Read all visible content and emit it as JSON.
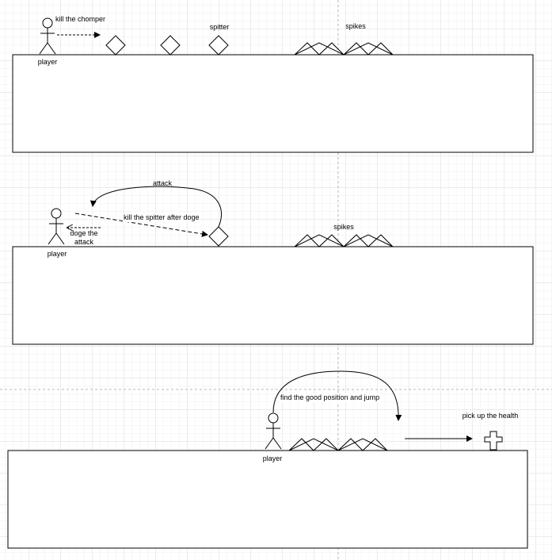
{
  "scenes": [
    {
      "player_label": "player",
      "kill_label": "kill the chomper",
      "spitter_label": "spitter",
      "spikes_label": "spikes"
    },
    {
      "player_label": "player",
      "attack_label": "attack",
      "kill_label": "kill the spitter after doge",
      "dodge_label": "doge the\nattack",
      "spikes_label": "spikes"
    },
    {
      "player_label": "player",
      "jump_label": "find the good position and jump",
      "health_label": "pick up the health"
    }
  ],
  "colors": {
    "stroke": "#000000",
    "canvas": "#ffffff"
  }
}
